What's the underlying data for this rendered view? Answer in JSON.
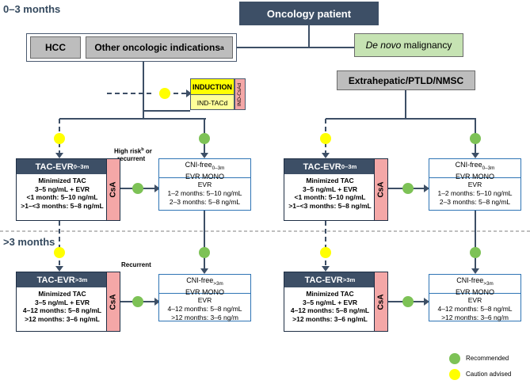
{
  "phases": {
    "early": "0–3 months",
    "late": ">3 months"
  },
  "patient": "Oncology patient",
  "hcc": "HCC",
  "other": "Other oncologic indications",
  "other_sup": "a",
  "denovo_italic": "De novo",
  "denovo_rest": " malignancy",
  "extra": "Extrahepatic/PTLD/NMSC",
  "induction": {
    "title": "INDUCTION",
    "sub": "IND-TACd",
    "side": "IND-CsAd"
  },
  "high_risk": "High risk",
  "high_risk_sup": "b",
  "high_risk_tail": " or",
  "recurrent_a": "recurrent",
  "recurrent_b": "Recurrent",
  "tac": {
    "prefix": "TAC-EVR",
    "sub_early": "0–3m",
    "sub_late": ">3m",
    "early_lines": [
      "Minimized TAC",
      "3–5 ng/mL + EVR",
      "<1 month: 5–10 ng/mL",
      ">1–<3 months: 5–8 ng/mL"
    ],
    "late_lines": [
      "Minimized TAC",
      "3–5 ng/mL + EVR",
      "4–12 months: 5–8 ng/mL",
      ">12 months: 3–6 ng/mL"
    ],
    "csa": "CsA"
  },
  "cni": {
    "prefix": "CNI-free",
    "sub_early": "0–3m",
    "sub_late": ">3m",
    "mono": "EVR MONO",
    "early_lines": [
      "EVR",
      "1–2 months: 5–10 ng/mL",
      "2–3 months: 5–8 ng/mL"
    ],
    "late_lines": [
      "EVR",
      "4–12 months: 5–8 ng/mL",
      ">12 months: 3–6 ng/m"
    ]
  },
  "legend": {
    "recommended": "Recommended",
    "caution": "Caution advised"
  },
  "colors": {
    "navy": "#3d4f66",
    "recommended": "#7dc256",
    "caution": "#ffff00",
    "csa": "#f4a7a7",
    "induction": "#ffff00",
    "denovo": "#c6e3b3"
  }
}
